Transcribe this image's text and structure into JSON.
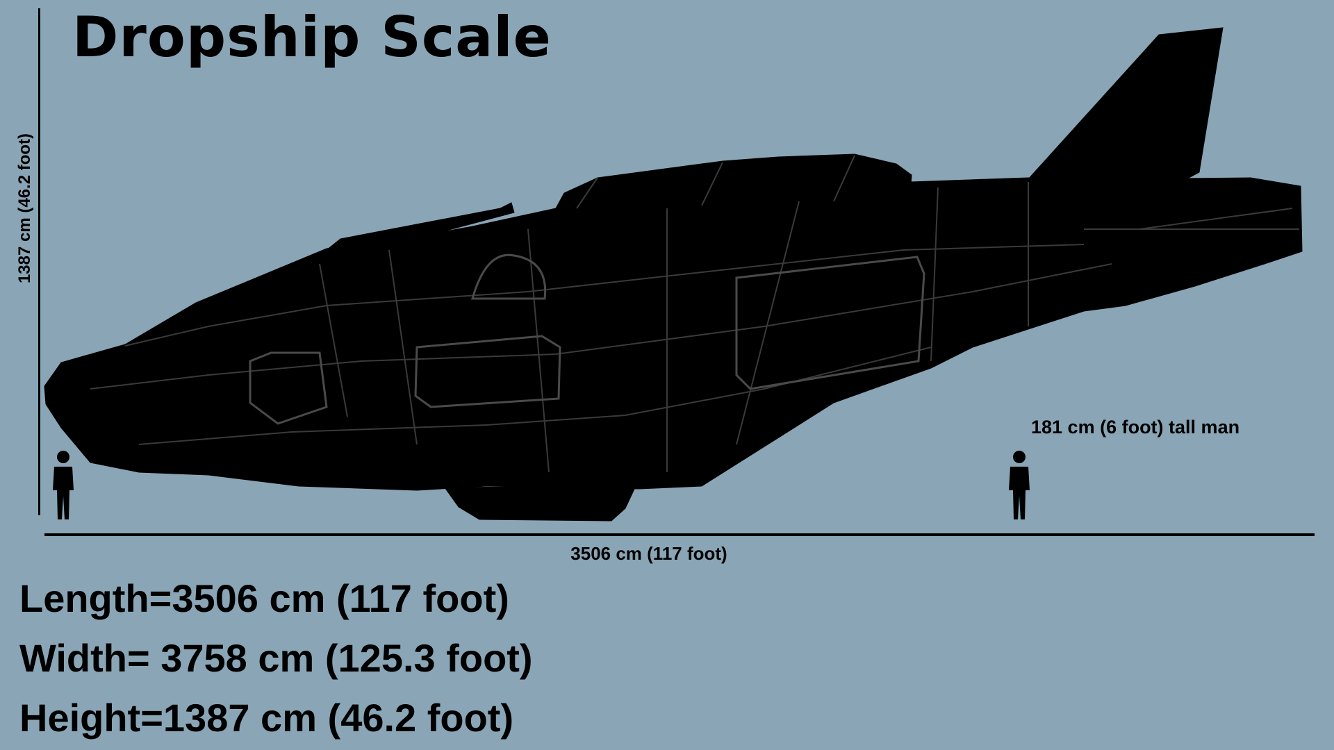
{
  "title": "Dropship Scale",
  "dimensions": {
    "height_axis_label": "1387 cm (46.2 foot)",
    "length_axis_label": "3506 cm (117 foot)",
    "man_label": "181 cm (6 foot) tall man"
  },
  "specs": {
    "length": "Length=3506 cm (117 foot)",
    "width": "Width= 3758 cm (125.3 foot)",
    "height": "Height=1387 cm (46.2 foot)"
  },
  "colors": {
    "background": "#8aa6b6",
    "ink": "#000000",
    "wireframe": "#3a3a3a"
  },
  "icons": {
    "person": "human-silhouette-icon",
    "ship": "dropship-silhouette"
  }
}
